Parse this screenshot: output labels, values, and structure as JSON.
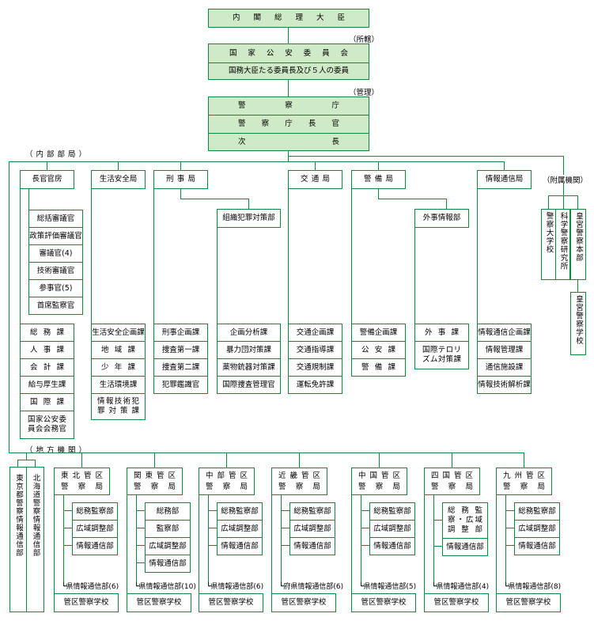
{
  "top": {
    "prime_minister": "内閣総理大臣",
    "jurisdiction_label": "（所轄）",
    "npsc": "国家公安委員会",
    "npsc_members": "国務大臣たる委員長及び５人の委員",
    "management_label": "（管理）",
    "npa": "警察庁",
    "commissioner": "警察庁長官",
    "deputy": "次長"
  },
  "internal": {
    "label": "（内部部局）",
    "bureaus": [
      {
        "title": "長官官房",
        "staff": [
          "総括審議官",
          "政策評価審議官",
          "審議官(4)",
          "技術審議官",
          "参事官(5)",
          "首席監察官"
        ],
        "divisions": [
          "総務課",
          "人事課",
          "会計課",
          "給与厚生課",
          "国際課",
          "国家公安委員会会務官"
        ]
      },
      {
        "title": "生活安全局",
        "divisions": [
          "生活安全企画課",
          "地域課",
          "少年課",
          "生活環境課",
          "情報技術犯罪対策課"
        ]
      },
      {
        "title": "刑事局",
        "divisions": [
          "刑事企画課",
          "捜査第一課",
          "捜査第二課",
          "犯罪鑑識官"
        ],
        "department": {
          "title": "組織犯罪対策部",
          "divisions": [
            "企画分析課",
            "暴力団対策課",
            "薬物銃器対策課",
            "国際捜査管理官"
          ]
        }
      },
      {
        "title": "交通局",
        "divisions": [
          "交通企画課",
          "交通指導課",
          "交通規制課",
          "運転免許課"
        ]
      },
      {
        "title": "警備局",
        "divisions": [
          "警備企画課",
          "公安課",
          "警備課"
        ],
        "department": {
          "title": "外事情報部",
          "divisions": [
            "外事課",
            "国際テロリズム対策課"
          ]
        }
      },
      {
        "title": "情報通信局",
        "divisions": [
          "情報通信企画課",
          "情報管理課",
          "通信施設課",
          "情報技術解析課"
        ]
      }
    ]
  },
  "attached": {
    "label": "（附属機関）",
    "items": [
      "警察大学校",
      "科学警察研究所",
      "皇宮警察本部"
    ],
    "sub": "皇宮警察学校"
  },
  "regional": {
    "label": "（地方機関）",
    "tokyo": "東京都警察情報通信部",
    "hokkaido": "北海道警察情報通信部",
    "bureaus": [
      {
        "line1": "東北管区",
        "line2": "警察局",
        "departments": [
          "総務監察部",
          "広域調整部",
          "情報通信部"
        ],
        "prefectural": "└県情報通信部(6)",
        "school": "管区警察学校"
      },
      {
        "line1": "関東管区",
        "line2": "警察局",
        "departments": [
          "総務部",
          "監察部",
          "広域調整部",
          "情報通信部"
        ],
        "prefectural": "└県情報通信部(10)",
        "school": "管区警察学校"
      },
      {
        "line1": "中部管区",
        "line2": "警察局",
        "departments": [
          "総務監察部",
          "広域調整部",
          "情報通信部"
        ],
        "prefectural": "└県情報通信部(6)",
        "school": "管区警察学校"
      },
      {
        "line1": "近畿管区",
        "line2": "警察局",
        "departments": [
          "総務監察部",
          "広域調整部",
          "情報通信部"
        ],
        "prefectural": "└府県情報通信部(6)",
        "school": "管区警察学校"
      },
      {
        "line1": "中国管区",
        "line2": "警察局",
        "departments": [
          "総務監察部",
          "広域調整部",
          "情報通信部"
        ],
        "prefectural": "└県情報通信部(5)",
        "school": "管区警察学校"
      },
      {
        "line1": "四国管区",
        "line2": "警察局",
        "departments": [
          "総務監察・広域調整部",
          "情報通信部"
        ],
        "prefectural": "└県情報通信部(4)",
        "school": "管区警察学校"
      },
      {
        "line1": "九州管区",
        "line2": "警察局",
        "departments": [
          "総務監察部",
          "広域調整部",
          "情報通信部"
        ],
        "prefectural": "└県情報通信部(8)",
        "school": "管区警察学校"
      }
    ]
  },
  "colors": {
    "line": "#0a8a3c",
    "fill": "#cfeac6"
  }
}
